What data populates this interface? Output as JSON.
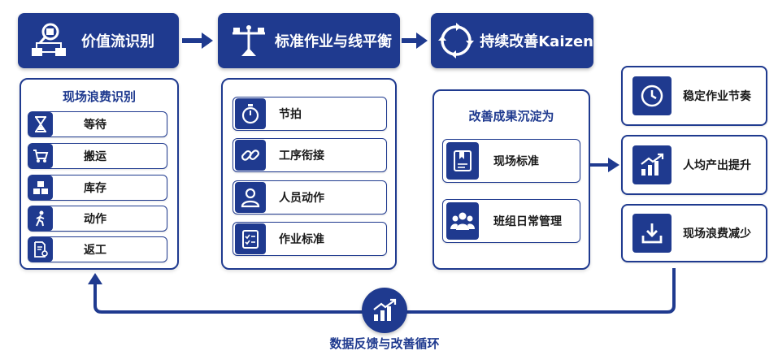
{
  "steps": [
    {
      "title": "价值流识别",
      "icon": "value-stream-map-icon"
    },
    {
      "title": "标准作业与线平衡",
      "icon": "balance-scale-icon"
    },
    {
      "title": "持续改善Kaizen",
      "icon": "cycle-arrows-icon"
    }
  ],
  "waste": {
    "title": "现场浪费识别",
    "items": [
      {
        "label": "等待",
        "icon": "hourglass-icon"
      },
      {
        "label": "搬运",
        "icon": "cart-icon"
      },
      {
        "label": "库存",
        "icon": "boxes-icon"
      },
      {
        "label": "动作",
        "icon": "walking-person-icon"
      },
      {
        "label": "返工",
        "icon": "rework-document-icon"
      }
    ]
  },
  "standard": {
    "items": [
      {
        "label": "节拍",
        "icon": "stopwatch-icon"
      },
      {
        "label": "工序衔接",
        "icon": "chain-link-icon"
      },
      {
        "label": "人员动作",
        "icon": "person-icon"
      },
      {
        "label": "作业标准",
        "icon": "checklist-icon"
      }
    ]
  },
  "kaizen": {
    "title": "改善成果沉淀为",
    "items": [
      {
        "label": "现场标准",
        "icon": "bookmark-document-icon"
      },
      {
        "label": "班组日常管理",
        "icon": "team-icon"
      }
    ]
  },
  "results": [
    {
      "label": "稳定作业节奏",
      "icon": "clock-icon"
    },
    {
      "label": "人均产出提升",
      "icon": "growth-chart-icon"
    },
    {
      "label": "现场浪费减少",
      "icon": "download-icon"
    }
  ],
  "feedback": {
    "label": "数据反馈与改善循环",
    "icon": "bar-chart-icon"
  },
  "colors": {
    "primary": "#1f3a8f",
    "text": "#1a1a1a",
    "background": "#ffffff"
  }
}
